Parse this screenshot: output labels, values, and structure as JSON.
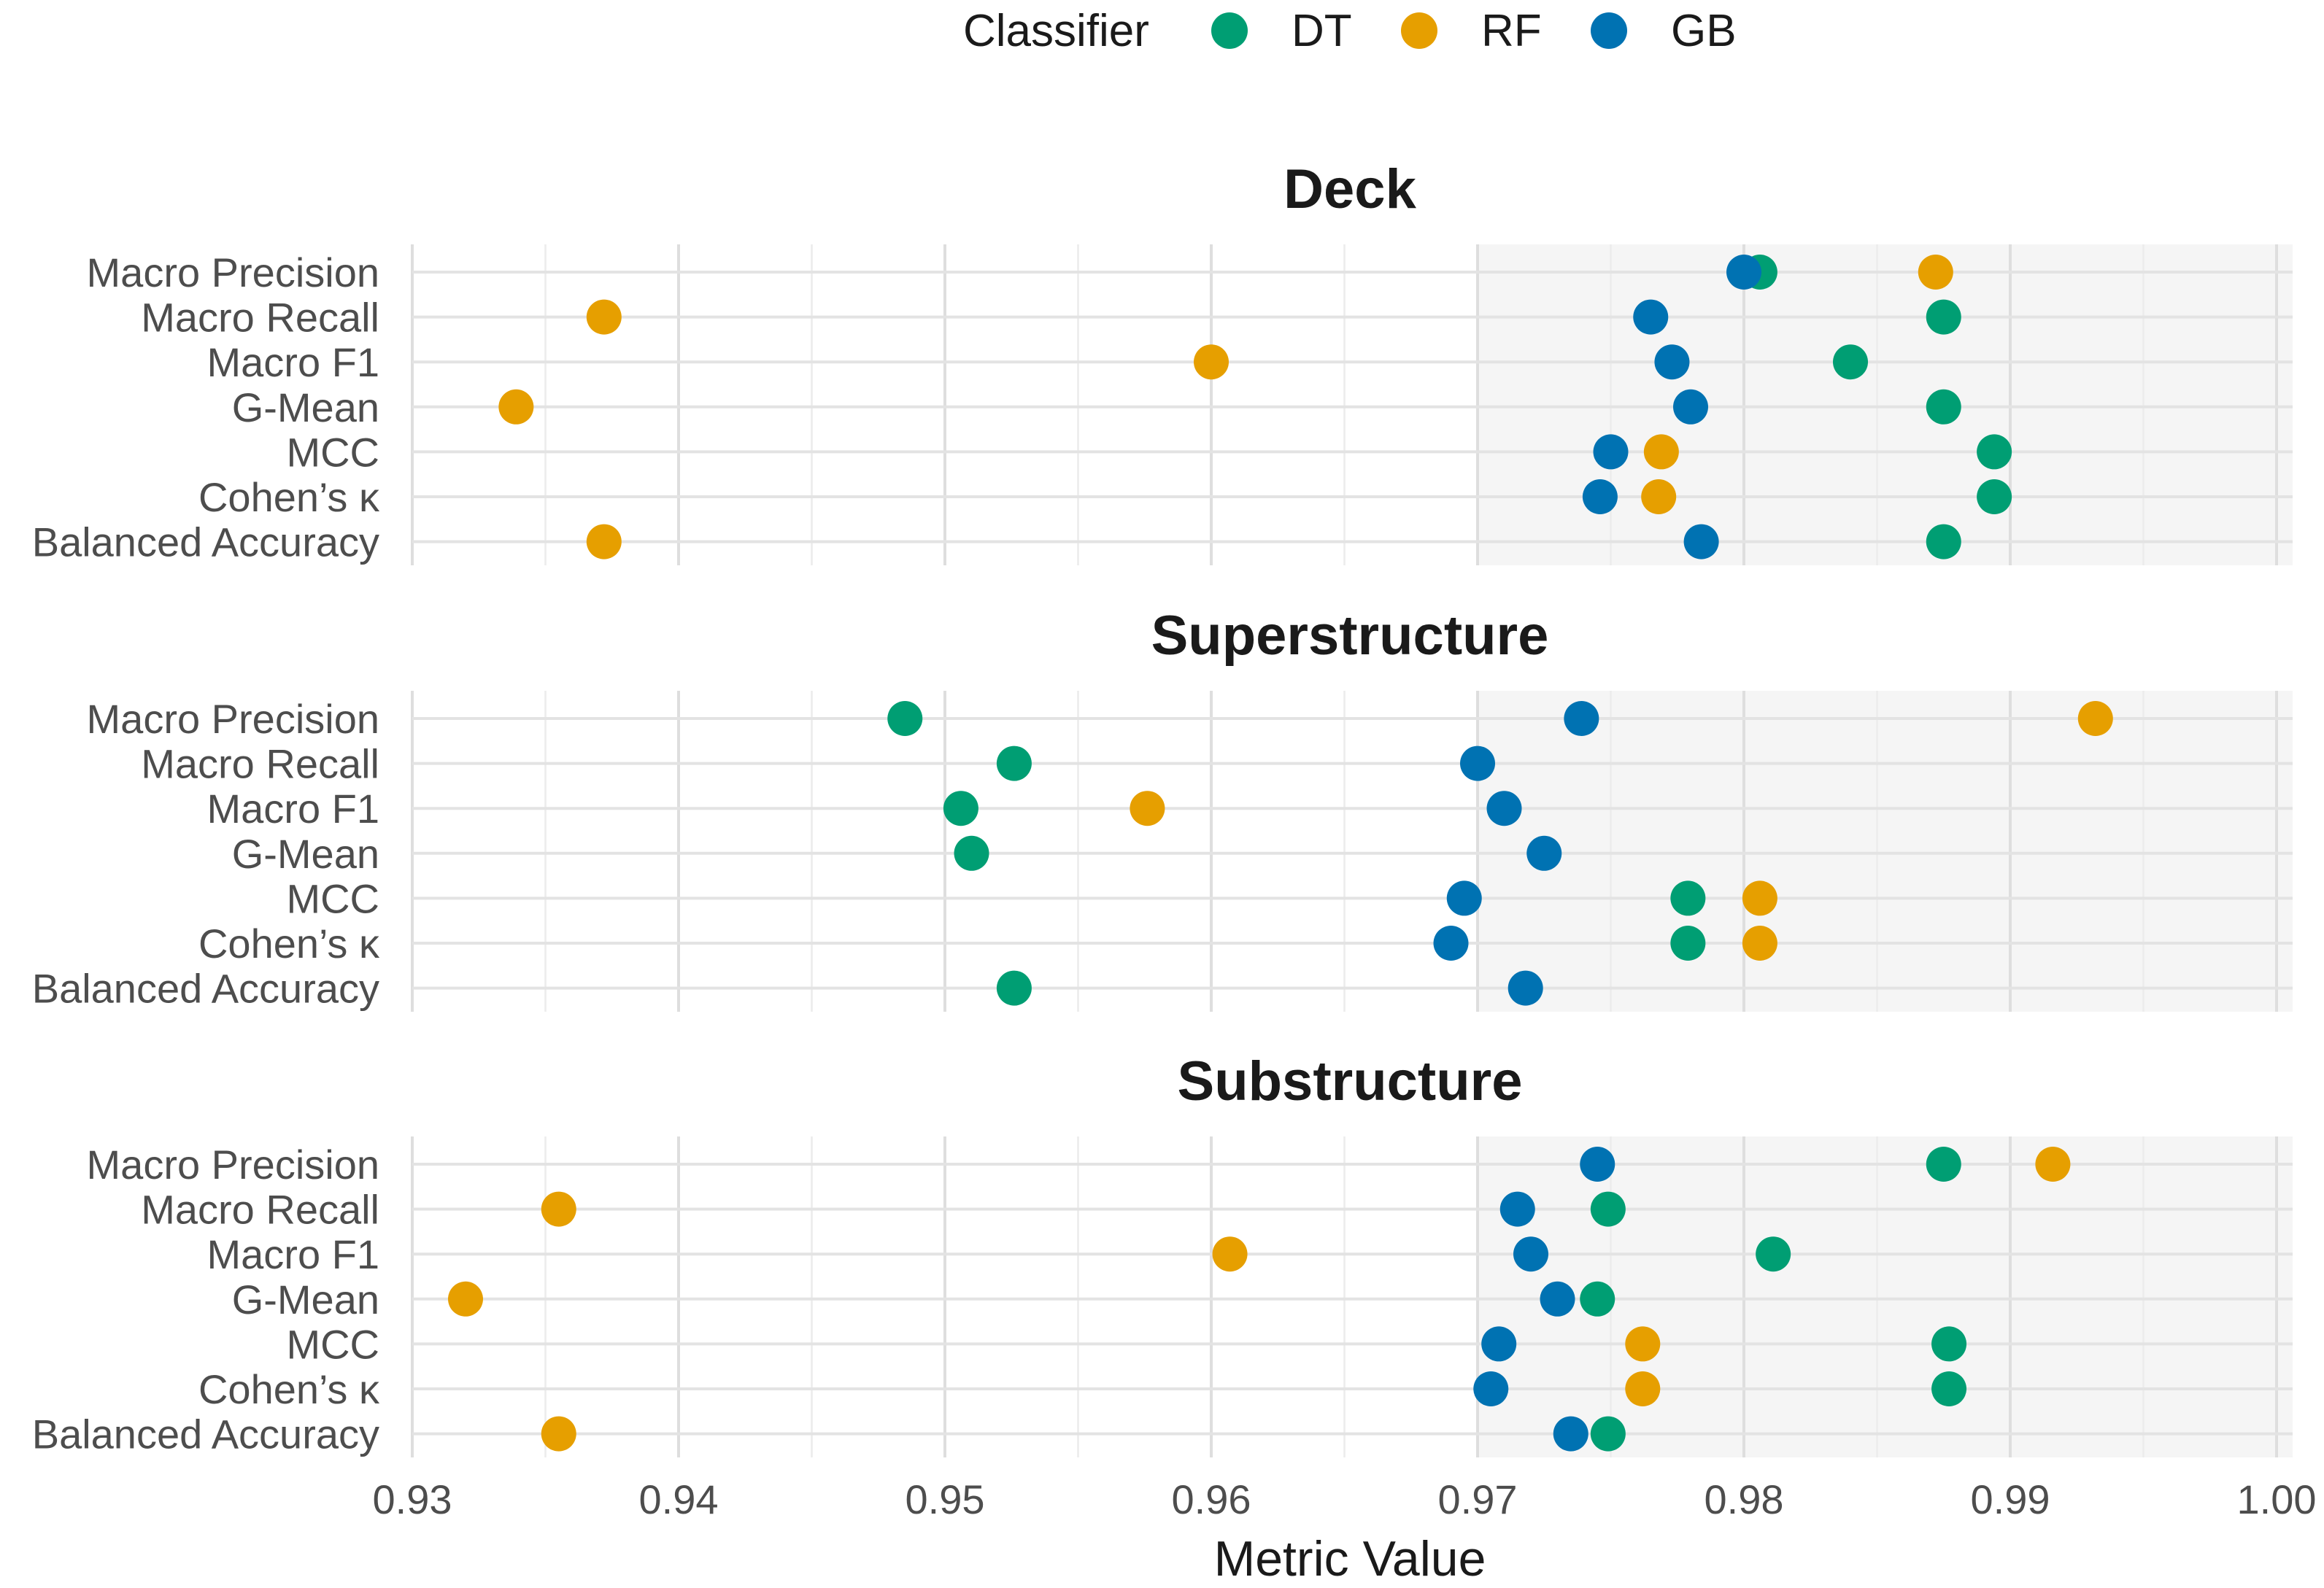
{
  "chart_data": {
    "type": "scatter",
    "legend": {
      "title": "Classifier",
      "position": "top"
    },
    "colors": {
      "DT": "#009E73",
      "RF": "#E69F00",
      "GB": "#0072B2"
    },
    "categories": [
      "Macro Precision",
      "Macro Recall",
      "Macro F1",
      "G-Mean",
      "MCC",
      "Cohen’s κ",
      "Balanced Accuracy"
    ],
    "xlabel": "Metric Value",
    "xlim": [
      0.93,
      1.0
    ],
    "xticks": [
      "0.93",
      "0.94",
      "0.95",
      "0.96",
      "0.97",
      "0.98",
      "0.99",
      "1.00"
    ],
    "highlight_range": [
      0.97,
      1.0
    ],
    "grid": true,
    "panels": [
      {
        "title": "Deck",
        "series": [
          {
            "name": "DT",
            "values": [
              0.9806,
              0.9875,
              0.984,
              0.9875,
              0.9894,
              0.9894,
              0.9875
            ]
          },
          {
            "name": "RF",
            "values": [
              0.9872,
              0.9372,
              0.96,
              0.9339,
              0.9769,
              0.9768,
              0.9372
            ]
          },
          {
            "name": "GB",
            "values": [
              0.98,
              0.9765,
              0.9773,
              0.978,
              0.975,
              0.9746,
              0.9784
            ]
          }
        ]
      },
      {
        "title": "Superstructure",
        "series": [
          {
            "name": "DT",
            "values": [
              0.9485,
              0.9526,
              0.9506,
              0.951,
              0.9779,
              0.9779,
              0.9526
            ]
          },
          {
            "name": "RF",
            "values": [
              0.9932,
              null,
              0.9576,
              null,
              0.9806,
              0.9806,
              null
            ]
          },
          {
            "name": "GB",
            "values": [
              0.9739,
              0.97,
              0.971,
              0.9725,
              0.9695,
              0.969,
              0.9718
            ]
          }
        ]
      },
      {
        "title": "Substructure",
        "series": [
          {
            "name": "DT",
            "values": [
              0.9875,
              0.9749,
              0.9811,
              0.9745,
              0.9877,
              0.9877,
              0.9749
            ]
          },
          {
            "name": "RF",
            "values": [
              0.9916,
              0.9355,
              0.9607,
              0.932,
              0.9762,
              0.9762,
              0.9355
            ]
          },
          {
            "name": "GB",
            "values": [
              0.9745,
              0.9715,
              0.972,
              0.973,
              0.9708,
              0.9705,
              0.9735
            ]
          }
        ]
      }
    ]
  }
}
